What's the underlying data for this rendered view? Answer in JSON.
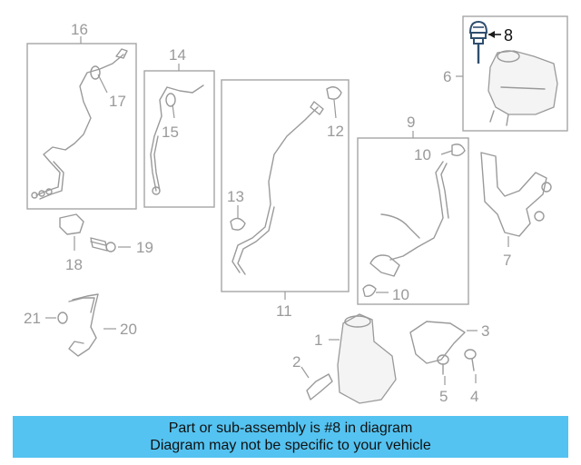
{
  "callouts": {
    "c1": "1",
    "c2": "2",
    "c3": "3",
    "c4": "4",
    "c5": "5",
    "c6": "6",
    "c7": "7",
    "c8": "8",
    "c9": "9",
    "c10a": "10",
    "c10b": "10",
    "c11": "11",
    "c12": "12",
    "c13": "13",
    "c14": "14",
    "c15": "15",
    "c16": "16",
    "c17": "17",
    "c18": "18",
    "c19": "19",
    "c20": "20",
    "c21": "21"
  },
  "highlight": {
    "part": "8",
    "color": "#2f4f6f"
  },
  "banner": {
    "line1": "Part or sub-assembly is #8 in diagram",
    "line2": "Diagram may not be specific to your vehicle",
    "color": "#54c3f1"
  }
}
